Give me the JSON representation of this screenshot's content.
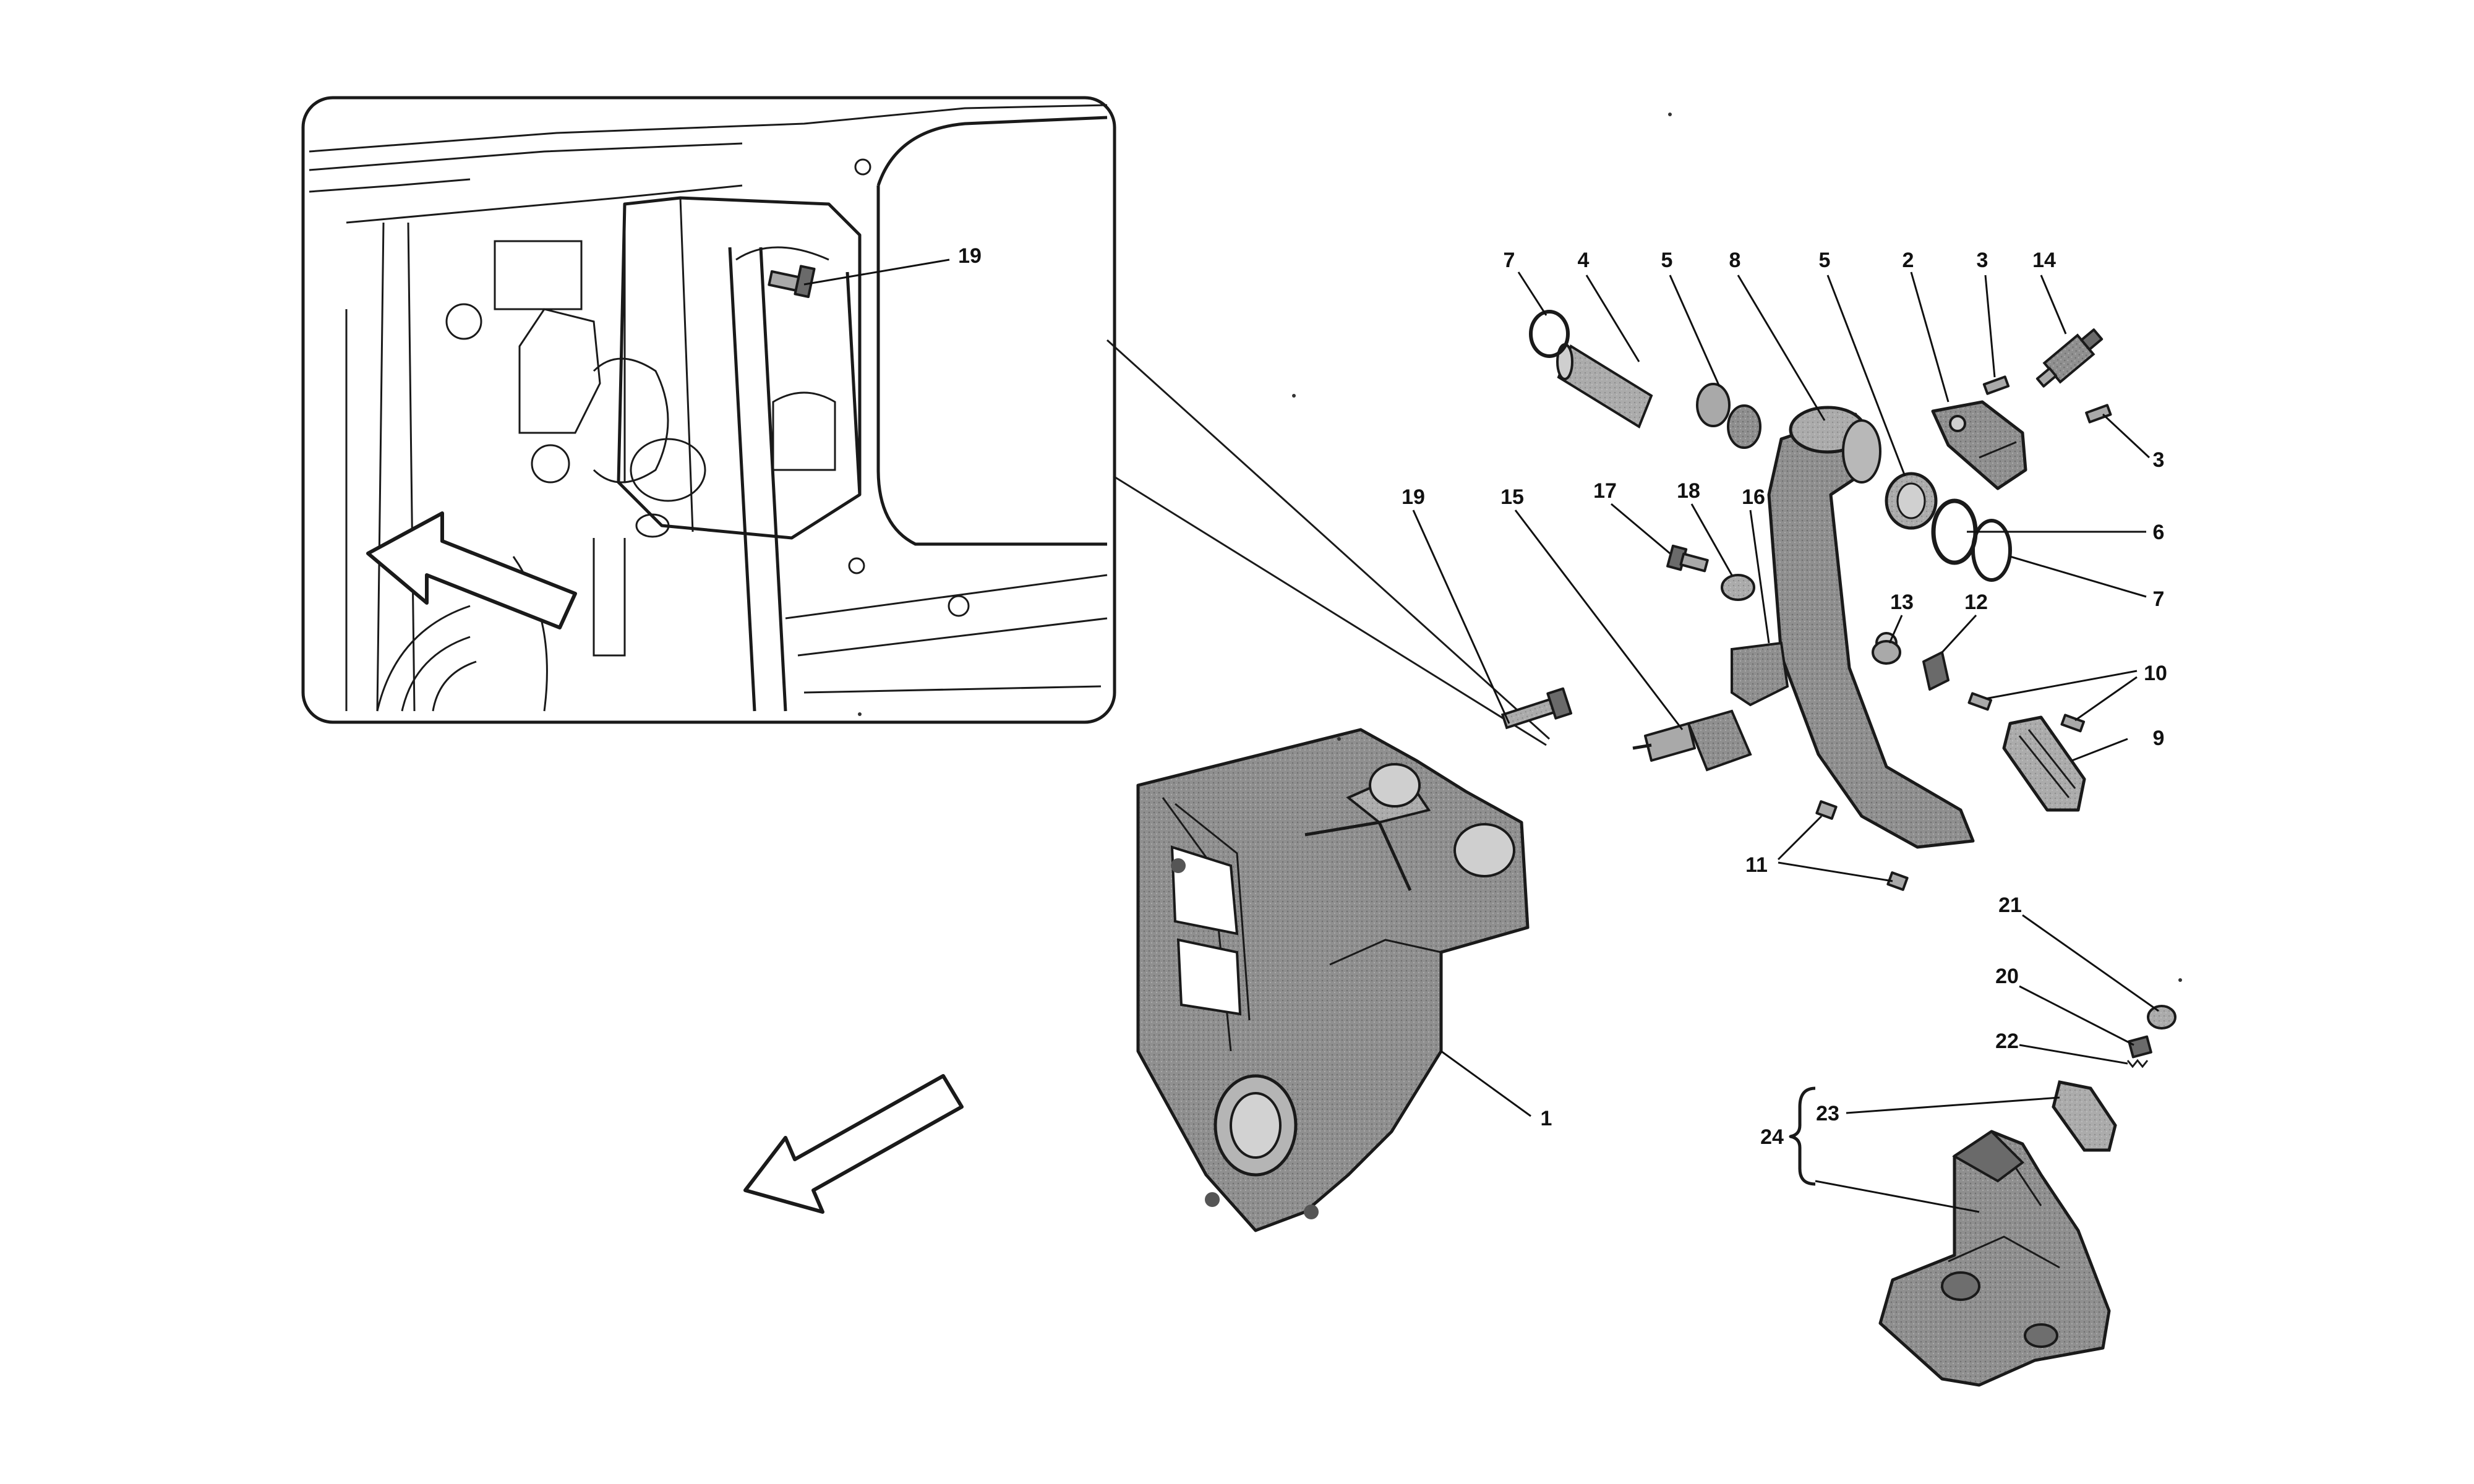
{
  "diagram": {
    "callouts": [
      {
        "id": "c7a",
        "text": "7"
      },
      {
        "id": "c4",
        "text": "4"
      },
      {
        "id": "c5a",
        "text": "5"
      },
      {
        "id": "c8",
        "text": "8"
      },
      {
        "id": "c5b",
        "text": "5"
      },
      {
        "id": "c2",
        "text": "2"
      },
      {
        "id": "c3a",
        "text": "3"
      },
      {
        "id": "c14",
        "text": "14"
      },
      {
        "id": "c3b",
        "text": "3"
      },
      {
        "id": "c6",
        "text": "6"
      },
      {
        "id": "c7b",
        "text": "7"
      },
      {
        "id": "c19a",
        "text": "19"
      },
      {
        "id": "c15",
        "text": "15"
      },
      {
        "id": "c17",
        "text": "17"
      },
      {
        "id": "c18",
        "text": "18"
      },
      {
        "id": "c16",
        "text": "16"
      },
      {
        "id": "c13",
        "text": "13"
      },
      {
        "id": "c12",
        "text": "12"
      },
      {
        "id": "c10",
        "text": "10"
      },
      {
        "id": "c9",
        "text": "9"
      },
      {
        "id": "c11",
        "text": "11"
      },
      {
        "id": "c21",
        "text": "21"
      },
      {
        "id": "c20",
        "text": "20"
      },
      {
        "id": "c22",
        "text": "22"
      },
      {
        "id": "c23",
        "text": "23"
      },
      {
        "id": "c24",
        "text": "24"
      },
      {
        "id": "c1",
        "text": "1"
      },
      {
        "id": "c19b",
        "text": "19"
      }
    ]
  }
}
